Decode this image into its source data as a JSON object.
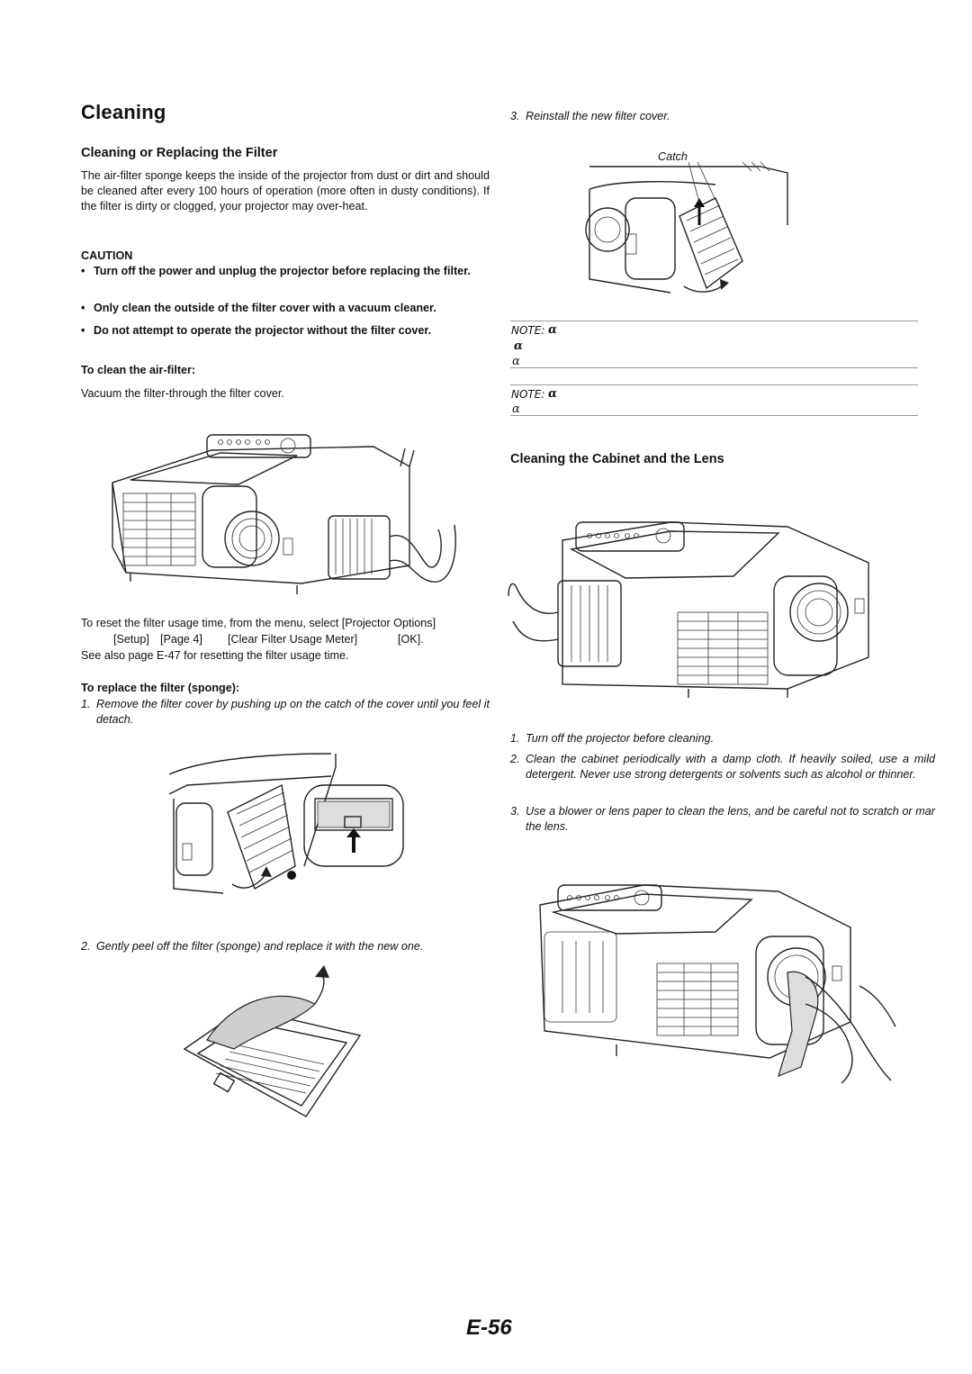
{
  "title": "Cleaning",
  "left": {
    "section_heading": "Cleaning or Replacing the Filter",
    "intro": "The air-filter sponge keeps the inside of the projector from dust or dirt and should be cleaned after every 100 hours of operation (more often in dusty conditions). If the filter is dirty or clogged, your projector may over-heat.",
    "caution_heading": "CAUTION",
    "caution_items": [
      "Turn off the power and unplug the projector before replacing the filter.",
      "Only clean the outside of the filter cover with a vacuum cleaner.",
      "Do not attempt to operate the projector without the filter cover."
    ],
    "air_filter_heading": "To clean the air-filter:",
    "air_filter_text": "Vacuum the filter-through the filter cover.",
    "reset_text_1": "To reset the filter usage time, from the menu, select [Projector Options]",
    "reset_setup": "[Setup]",
    "reset_page": "[Page 4]",
    "reset_clear": "[Clear Filter Usage Meter]",
    "reset_ok": "[OK].",
    "reset_text_2": "See also page E-47 for resetting the filter usage time.",
    "replace_heading": "To replace the filter (sponge):",
    "step1_num": "1.",
    "step1": "Remove the filter cover by pushing up on the catch of the cover until you feel it detach.",
    "step2_num": "2.",
    "step2": "Gently peel off the filter (sponge) and replace it with the new one."
  },
  "right": {
    "step3_num": "3.",
    "step3": "Reinstall the new filter cover.",
    "catch_label": "Catch",
    "note1_label": "NOTE:",
    "note1_symbol": "α",
    "note1_line2": "α",
    "note1_line3": "α",
    "note2_label": "NOTE:",
    "note2_symbol": "α",
    "note2_line2": "α",
    "cabinet_heading": "Cleaning the Cabinet and the Lens",
    "cabinet_steps": [
      {
        "num": "1.",
        "text": "Turn off the projector before cleaning."
      },
      {
        "num": "2.",
        "text": "Clean the cabinet periodically with a damp cloth. If heavily soiled, use a mild detergent. Never use strong detergents or solvents such as alcohol or thinner."
      },
      {
        "num": "3.",
        "text": "Use a blower or lens paper to clean the lens, and be careful not to scratch or mar the lens."
      }
    ]
  },
  "page_number": "E-56"
}
